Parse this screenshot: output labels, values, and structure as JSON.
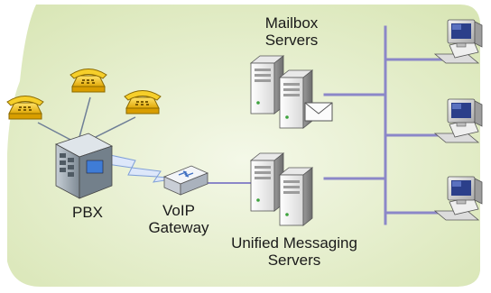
{
  "labels": {
    "mailbox_line1": "Mailbox",
    "mailbox_line2": "Servers",
    "pbx": "PBX",
    "voip_line1": "VoIP",
    "voip_line2": "Gateway",
    "um_line1": "Unified Messaging",
    "um_line2": "Servers"
  },
  "colors": {
    "background_green": "#e3edc6",
    "bus_purple": "#8b87c8",
    "phone_yellow": "#f2c319",
    "pbx_gray": "#8f9aa3",
    "server_white": "#f4f4f4",
    "monitor_screen": "#2b3f8a"
  },
  "icons": [
    "telephone-icon",
    "pbx-icon",
    "voip-gateway-icon",
    "mailbox-server-icon",
    "envelope-icon",
    "um-server-icon",
    "desktop-computer-icon",
    "lightning-link-icon"
  ]
}
